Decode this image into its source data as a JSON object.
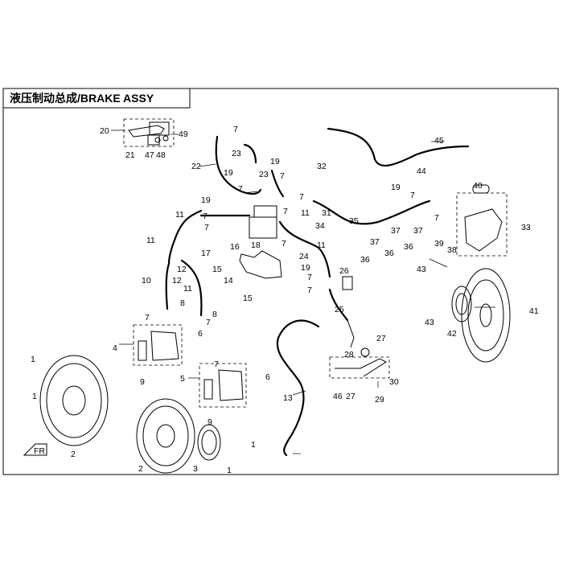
{
  "title": "液压制动总成/BRAKE  ASSY",
  "icons": {
    "front_arrow": "front-direction-arrow-icon",
    "front_arrow_text": "FR"
  },
  "callouts": [
    {
      "id": "c20",
      "text": "20"
    },
    {
      "id": "c21",
      "text": "21"
    },
    {
      "id": "c47",
      "text": "47"
    },
    {
      "id": "c48",
      "text": "48"
    },
    {
      "id": "c49",
      "text": "49"
    },
    {
      "id": "c7a",
      "text": "7"
    },
    {
      "id": "c22",
      "text": "22"
    },
    {
      "id": "c19a",
      "text": "19"
    },
    {
      "id": "c23a",
      "text": "23"
    },
    {
      "id": "c7b",
      "text": "7"
    },
    {
      "id": "c19b",
      "text": "19"
    },
    {
      "id": "c7c",
      "text": "7"
    },
    {
      "id": "c23b",
      "text": "23"
    },
    {
      "id": "c32",
      "text": "32"
    },
    {
      "id": "c7d",
      "text": "7"
    },
    {
      "id": "c45",
      "text": "45"
    },
    {
      "id": "c44",
      "text": "44"
    },
    {
      "id": "c19c",
      "text": "19"
    },
    {
      "id": "c7e",
      "text": "7"
    },
    {
      "id": "c40",
      "text": "40"
    },
    {
      "id": "c19d",
      "text": "19"
    },
    {
      "id": "c7f",
      "text": "7"
    },
    {
      "id": "c11a",
      "text": "11"
    },
    {
      "id": "c7g",
      "text": "7"
    },
    {
      "id": "c18",
      "text": "18"
    },
    {
      "id": "c11b",
      "text": "11"
    },
    {
      "id": "c7h",
      "text": "7"
    },
    {
      "id": "c34",
      "text": "34"
    },
    {
      "id": "c31",
      "text": "31"
    },
    {
      "id": "c35",
      "text": "35"
    },
    {
      "id": "c7i",
      "text": "7"
    },
    {
      "id": "c37a",
      "text": "37"
    },
    {
      "id": "c37b",
      "text": "37"
    },
    {
      "id": "c37c",
      "text": "37"
    },
    {
      "id": "c33",
      "text": "33"
    },
    {
      "id": "c11c",
      "text": "11"
    },
    {
      "id": "c17",
      "text": "17"
    },
    {
      "id": "c16",
      "text": "16"
    },
    {
      "id": "c7j",
      "text": "7"
    },
    {
      "id": "c24",
      "text": "24"
    },
    {
      "id": "c11d",
      "text": "11"
    },
    {
      "id": "c36a",
      "text": "36"
    },
    {
      "id": "c36b",
      "text": "36"
    },
    {
      "id": "c36c",
      "text": "36"
    },
    {
      "id": "c39",
      "text": "39"
    },
    {
      "id": "c38",
      "text": "38"
    },
    {
      "id": "c15a",
      "text": "15"
    },
    {
      "id": "c14",
      "text": "14"
    },
    {
      "id": "c19e",
      "text": "19"
    },
    {
      "id": "c26",
      "text": "26"
    },
    {
      "id": "c7k",
      "text": "7"
    },
    {
      "id": "c10",
      "text": "10"
    },
    {
      "id": "c12",
      "text": "12"
    },
    {
      "id": "c11e",
      "text": "11"
    },
    {
      "id": "c43a",
      "text": "43"
    },
    {
      "id": "c7l",
      "text": "7"
    },
    {
      "id": "c15b",
      "text": "15"
    },
    {
      "id": "c8a",
      "text": "8"
    },
    {
      "id": "c7m",
      "text": "7"
    },
    {
      "id": "c8b",
      "text": "8"
    },
    {
      "id": "c7n",
      "text": "7"
    },
    {
      "id": "c25",
      "text": "25"
    },
    {
      "id": "c41",
      "text": "41"
    },
    {
      "id": "c43b",
      "text": "43"
    },
    {
      "id": "c42",
      "text": "42"
    },
    {
      "id": "c6a",
      "text": "6"
    },
    {
      "id": "c27a",
      "text": "27"
    },
    {
      "id": "c4",
      "text": "4"
    },
    {
      "id": "c28",
      "text": "28"
    },
    {
      "id": "c1a",
      "text": "1"
    },
    {
      "id": "c9a",
      "text": "9"
    },
    {
      "id": "c7o",
      "text": "7"
    },
    {
      "id": "c5",
      "text": "5"
    },
    {
      "id": "c6b",
      "text": "6"
    },
    {
      "id": "c30",
      "text": "30"
    },
    {
      "id": "c46",
      "text": "46"
    },
    {
      "id": "c27b",
      "text": "27"
    },
    {
      "id": "c29",
      "text": "29"
    },
    {
      "id": "c13",
      "text": "13"
    },
    {
      "id": "c9b",
      "text": "9"
    },
    {
      "id": "c1b",
      "text": "1"
    },
    {
      "id": "c2a",
      "text": "2"
    },
    {
      "id": "c1c",
      "text": "1"
    },
    {
      "id": "c2b",
      "text": "2"
    },
    {
      "id": "c3",
      "text": "3"
    },
    {
      "id": "c1d",
      "text": "1"
    },
    {
      "id": "c12b",
      "text": "12"
    }
  ]
}
